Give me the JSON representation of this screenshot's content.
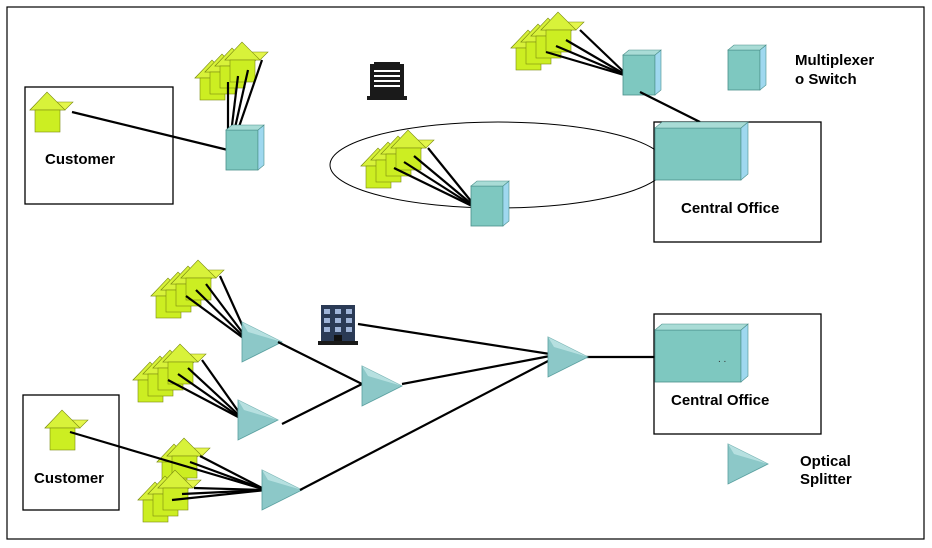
{
  "labels": {
    "customer_top": "Customer",
    "customer_bottom": "Customer",
    "central_office_top": "Central Office",
    "central_office_bottom": "Central Office",
    "central_office_dots": ". .",
    "legend_mux_line1": "Multiplexer",
    "legend_mux_line2": "o Switch",
    "legend_splitter_line1": "Optical",
    "legend_splitter_line2": "Splitter"
  },
  "colors": {
    "house_fill": "#ccee22",
    "house_roof": "#e4f64a",
    "house_edge": "#7a8a10",
    "mux_front": "#7ec8c0",
    "mux_side": "#9fd8ef",
    "splitter_fill": "#8cc8c8",
    "line": "#000000"
  },
  "icons": {
    "house": "house-icon",
    "multiplexer": "multiplexer-icon",
    "splitter": "optical-splitter-icon",
    "building": "office-building-icon"
  }
}
